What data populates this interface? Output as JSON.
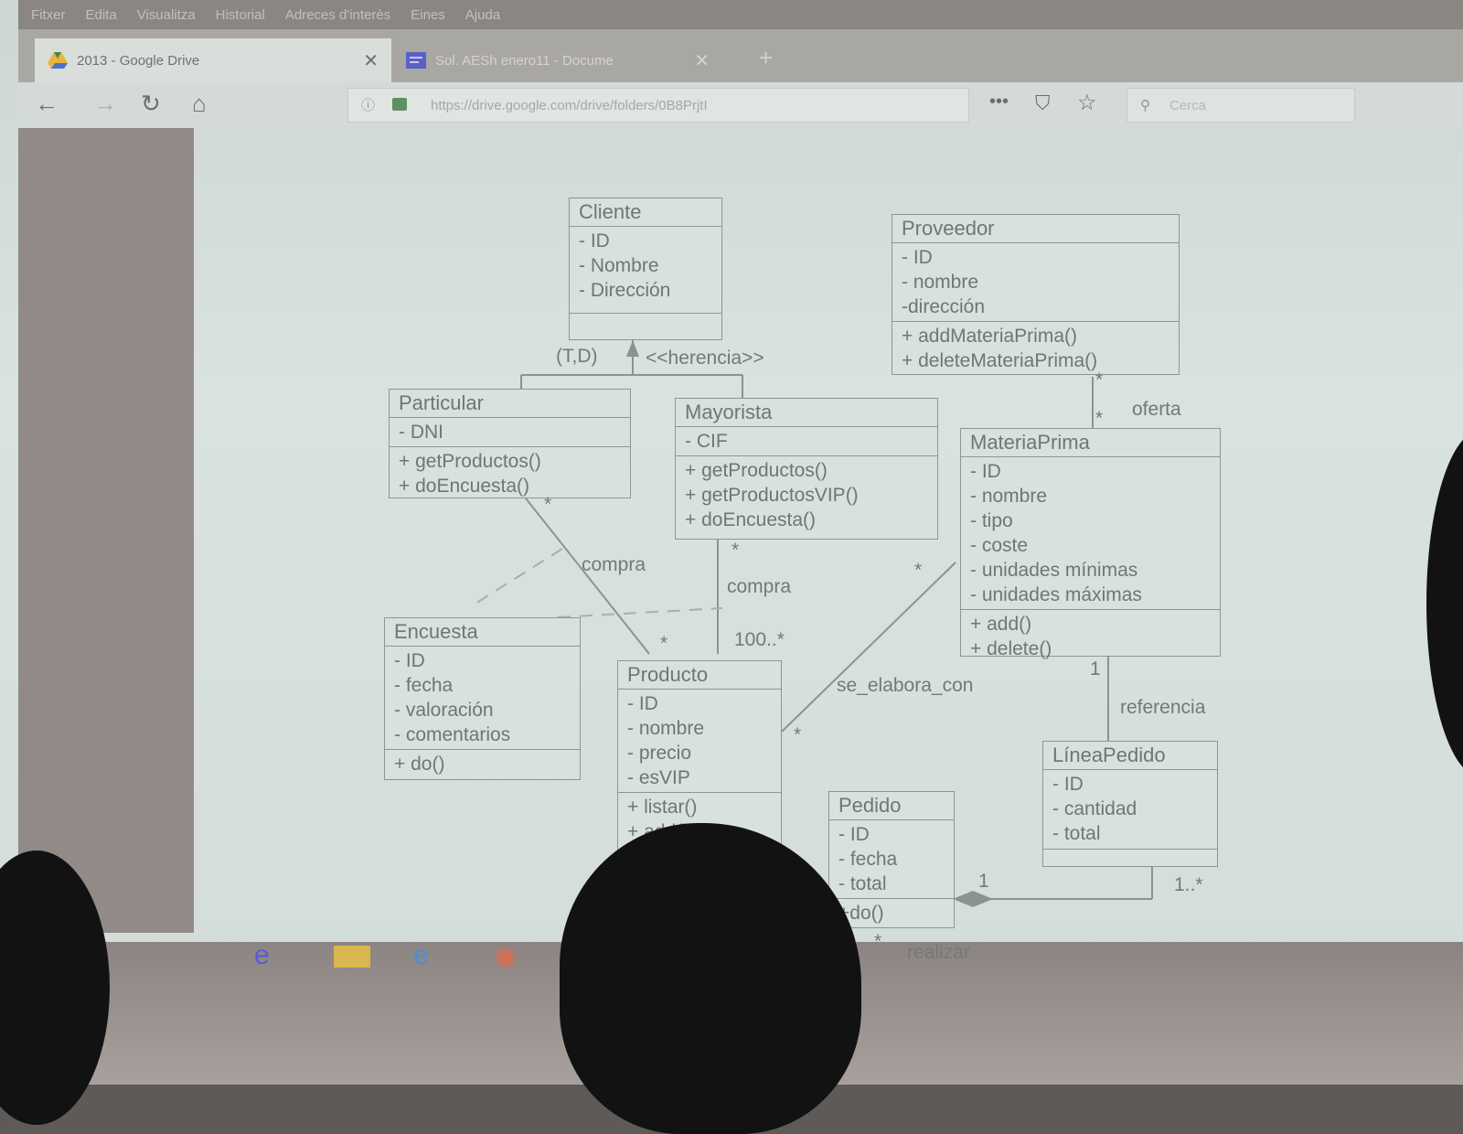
{
  "browser": {
    "menu": [
      "Fitxer",
      "Edita",
      "Visualitza",
      "Historial",
      "Adreces d'interès",
      "Eines",
      "Ajuda"
    ],
    "tabs": [
      {
        "title": "2013 - Google Drive",
        "close": "✕"
      },
      {
        "title": "Sol. AESh enero11 - Docume",
        "close": "✕"
      }
    ],
    "new_tab": "+",
    "url": "https://drive.google.com/drive/folders/0B8PrjtI",
    "search_placeholder": "Cerca",
    "nav_icons": [
      "back-icon",
      "forward-icon",
      "reload-icon",
      "home-icon"
    ],
    "overflow": "•••"
  },
  "diagram": {
    "classes": {
      "cliente": {
        "name": "Cliente",
        "attrs": [
          "- ID",
          "- Nombre",
          "- Dirección"
        ],
        "ops": []
      },
      "proveedor": {
        "name": "Proveedor",
        "attrs": [
          "- ID",
          "- nombre",
          "-dirección"
        ],
        "ops": [
          "+ addMateriaPrima()",
          "+ deleteMateriaPrima()"
        ]
      },
      "particular": {
        "name": "Particular",
        "attrs": [
          "- DNI"
        ],
        "ops": [
          "+ getProductos()",
          "+ doEncuesta()"
        ]
      },
      "mayorista": {
        "name": "Mayorista",
        "attrs": [
          "- CIF"
        ],
        "ops": [
          "+ getProductos()",
          "+ getProductosVIP()",
          "+ doEncuesta()"
        ]
      },
      "materiaprima": {
        "name": "MateriaPrima",
        "attrs": [
          "- ID",
          "- nombre",
          "- tipo",
          "- coste",
          "- unidades mínimas",
          "- unidades máximas"
        ],
        "ops": [
          "+ add()",
          "+ delete()"
        ]
      },
      "encuesta": {
        "name": "Encuesta",
        "attrs": [
          "- ID",
          "- fecha",
          "- valoración",
          "- comentarios"
        ],
        "ops": [
          "+ do()"
        ]
      },
      "producto": {
        "name": "Producto",
        "attrs": [
          "- ID",
          "- nombre",
          "- precio",
          "- esVIP"
        ],
        "ops": [
          "+ listar()",
          "+ add()"
        ]
      },
      "pedido": {
        "name": "Pedido",
        "attrs": [
          "- ID",
          "- fecha",
          "- total"
        ],
        "ops": [
          "+do()"
        ]
      },
      "lineapedido": {
        "name": "LíneaPedido",
        "attrs": [
          "- ID",
          "- cantidad",
          "- total"
        ],
        "ops": []
      }
    },
    "labels": {
      "inheritance": "(T,D)",
      "herencia": "<<herencia>>",
      "oferta": "oferta",
      "compra1": "compra",
      "compra2": "compra",
      "mult_100": "100..*",
      "se_elabora_con": "se_elabora_con",
      "referencia": "referencia",
      "realizar": "realizar",
      "star1": "*",
      "star2": "*",
      "star3": "*",
      "star4": "*",
      "star5": "*",
      "star6": "*",
      "star7": "*",
      "star8": "*",
      "one1": "1",
      "one2": "1",
      "one_many": "1..*"
    }
  },
  "colors": {
    "screen": "#d6dfdc",
    "line": "#8b9390",
    "text": "#6f7674"
  }
}
